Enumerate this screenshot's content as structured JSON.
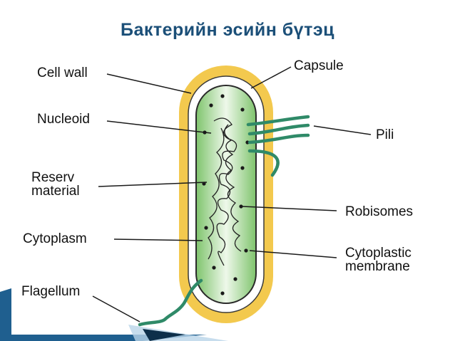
{
  "slide": {
    "title": "Бактерийн эсийн бүтэц"
  },
  "labels": {
    "cell_wall": "Cell wall",
    "nucleoid": "Nucleoid",
    "reserve_material": "Reserv\nmaterial",
    "cytoplasm": "Cytoplasm",
    "flagellum": "Flagellum",
    "capsule": "Capsule",
    "pili": "Pili",
    "ribosomes": "Robisomes",
    "cytoplasmic_membrane": "Cytoplastic\nmembrane"
  },
  "colors": {
    "title": "#1b4f78",
    "capsule": "#f3c94e",
    "cell_wall": "#ffffff",
    "membrane_outline": "#2a2a2a",
    "cytoplasm": "#8fcf7e",
    "cytoplasm_center": "#e9f5e4",
    "pili_flagellum": "#2f8a68",
    "accent": "#1f5f8f"
  }
}
